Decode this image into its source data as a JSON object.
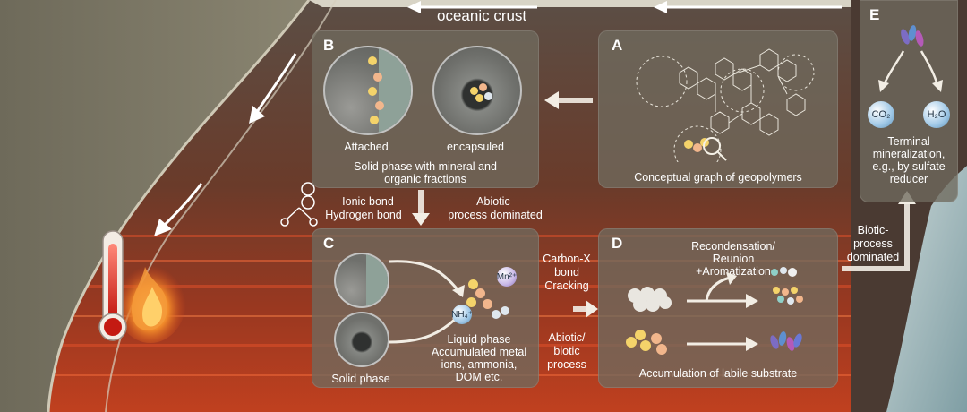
{
  "header": {
    "oceanic_crust": "oceanic crust"
  },
  "panel_a": {
    "letter": "A",
    "caption": "Conceptual graph of geopolymers"
  },
  "panel_b": {
    "letter": "B",
    "attached": "Attached",
    "encapsuled": "encapsuled",
    "caption_line1": "Solid phase with mineral and",
    "caption_line2": "organic fractions"
  },
  "bonds": {
    "ionic": "Ionic bond",
    "hydrogen": "Hydrogen bond",
    "abiotic_line1": "Abiotic-",
    "abiotic_line2": "process dominated"
  },
  "panel_c": {
    "letter": "C",
    "solid_phase": "Solid phase",
    "liquid_line1": "Liquid phase",
    "liquid_line2": "Accumulated metal",
    "liquid_line3": "ions, ammonia,",
    "liquid_line4": "DOM etc.",
    "mn_label": "Mn²⁺",
    "nh_label": "NH₄⁺"
  },
  "middle": {
    "cx_line1": "Carbon-X",
    "cx_line2": "bond",
    "cx_line3": "Cracking",
    "ab_line1": "Abiotic/",
    "ab_line2": "biotic",
    "ab_line3": "process"
  },
  "panel_d": {
    "letter": "D",
    "recon_line1": "Recondensation/",
    "recon_line2": "Reunion",
    "recon_line3": "+Aromatization",
    "caption": "Accumulation of labile substrate"
  },
  "biotic": {
    "line1": "Biotic-",
    "line2": "process",
    "line3": "dominated"
  },
  "panel_e": {
    "letter": "E",
    "co2": "CO₂",
    "h2o": "H₂O",
    "line1": "Terminal",
    "line2": "mineralization,",
    "line3": "e.g., by sulfate",
    "line4": "reducer"
  },
  "colors": {
    "panel_bg": "#706a5e",
    "crust": "#7a7665",
    "ocean": "#9fb6bb",
    "magma": "#b8321c",
    "arrow": "#ffffff"
  }
}
